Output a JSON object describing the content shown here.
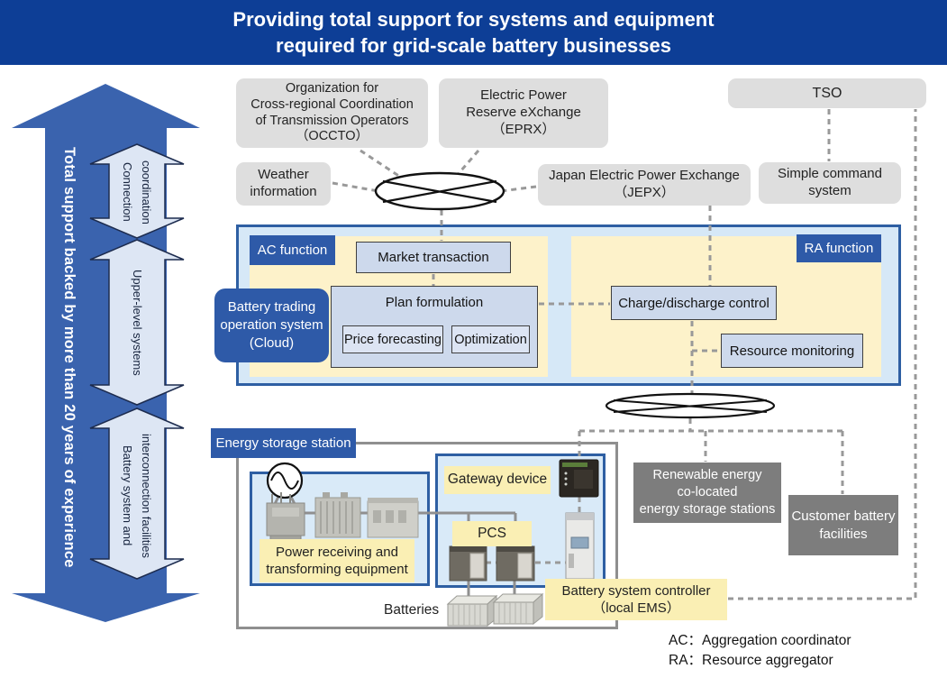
{
  "title": {
    "line1": "Providing total support for systems and equipment",
    "line2": "required for grid-scale battery businesses"
  },
  "left_arrow": {
    "label": "Total support backed by more than 20 years of experience",
    "sub_arrows": [
      {
        "label": "Connection\ncoordination"
      },
      {
        "label": "Upper-level systems"
      },
      {
        "label": "Battery system and\ninterconnection facilities"
      }
    ]
  },
  "external_systems": {
    "occto": "Organization for\nCross-regional Coordination\nof Transmission Operators\n（OCCTO）",
    "eprx": "Electric Power\nReserve eXchange\n（EPRX）",
    "tso": "TSO",
    "weather": "Weather\ninformation",
    "jepx": "Japan Electric Power Exchange\n（JEPX）",
    "simple_command": "Simple command\nsystem"
  },
  "cloud_system": {
    "name": "Battery trading\noperation system\n(Cloud)",
    "ac_function": "AC function",
    "ra_function": "RA function",
    "market_transaction": "Market transaction",
    "plan_formulation": "Plan formulation",
    "price_forecasting": "Price forecasting",
    "optimization": "Optimization",
    "charge_discharge_control": "Charge/discharge control",
    "resource_monitoring": "Resource monitoring"
  },
  "storage_station": {
    "title": "Energy storage station",
    "power_receiving": "Power receiving and\ntransforming equipment",
    "gateway_device": "Gateway device",
    "pcs": "PCS",
    "batteries": "Batteries",
    "controller": "Battery system controller\n（local EMS）"
  },
  "other_facilities": {
    "renewable": "Renewable energy\nco-located\nenergy storage stations",
    "customer": "Customer battery\nfacilities"
  },
  "legend": {
    "ac": "AC：Aggregation coordinator",
    "ra": "RA：Resource aggregator"
  },
  "colors": {
    "banner_blue": "#0d3e96",
    "arrow_blue": "#3a63ae",
    "label_blue": "#2e5aa8",
    "panel_yellow": "#fdf2ca",
    "light_blue_fill": "#d6e8f7",
    "inner_box_fill": "#cdd9ec",
    "gray_box": "#dedede",
    "dark_gray_box": "#7d7d7d",
    "yellow_label": "#faefb4",
    "dashed_line": "#999999"
  }
}
